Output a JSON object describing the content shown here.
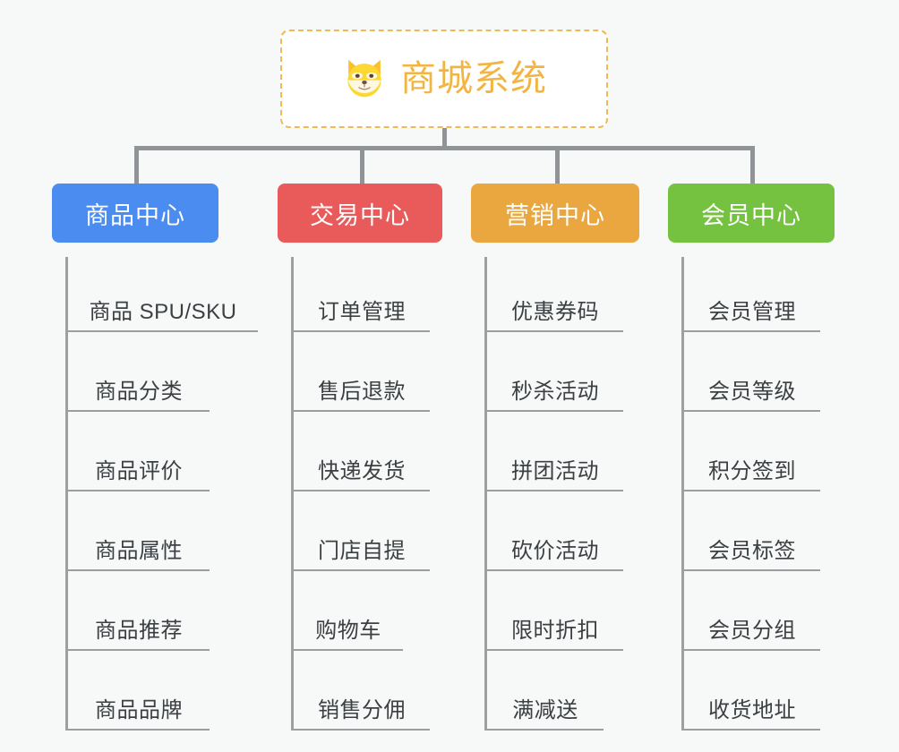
{
  "diagram": {
    "title": "商城系统",
    "root_icon": "shiba-dog-face-icon",
    "background_color": "#f7f8f8",
    "root": {
      "label": "商城系统",
      "border_color": "#f0b952",
      "text_color": "#f2b544",
      "background_color": "#ffffff"
    },
    "connector_color": "#909497",
    "columns": [
      {
        "id": "product-center",
        "label": "商品中心",
        "color": "#4a8cf0",
        "items": [
          "商品 SPU/SKU",
          "商品分类",
          "商品评价",
          "商品属性",
          "商品推荐",
          "商品品牌"
        ]
      },
      {
        "id": "trade-center",
        "label": "交易中心",
        "color": "#e95b5b",
        "items": [
          "订单管理",
          "售后退款",
          "快递发货",
          "门店自提",
          "购物车",
          "销售分佣"
        ]
      },
      {
        "id": "marketing-center",
        "label": "营销中心",
        "color": "#eaa73f",
        "items": [
          "优惠券码",
          "秒杀活动",
          "拼团活动",
          "砍价活动",
          "限时折扣",
          "满减送"
        ]
      },
      {
        "id": "member-center",
        "label": "会员中心",
        "color": "#74c240",
        "items": [
          "会员管理",
          "会员等级",
          "积分签到",
          "会员标签",
          "会员分组",
          "收货地址"
        ]
      }
    ]
  }
}
